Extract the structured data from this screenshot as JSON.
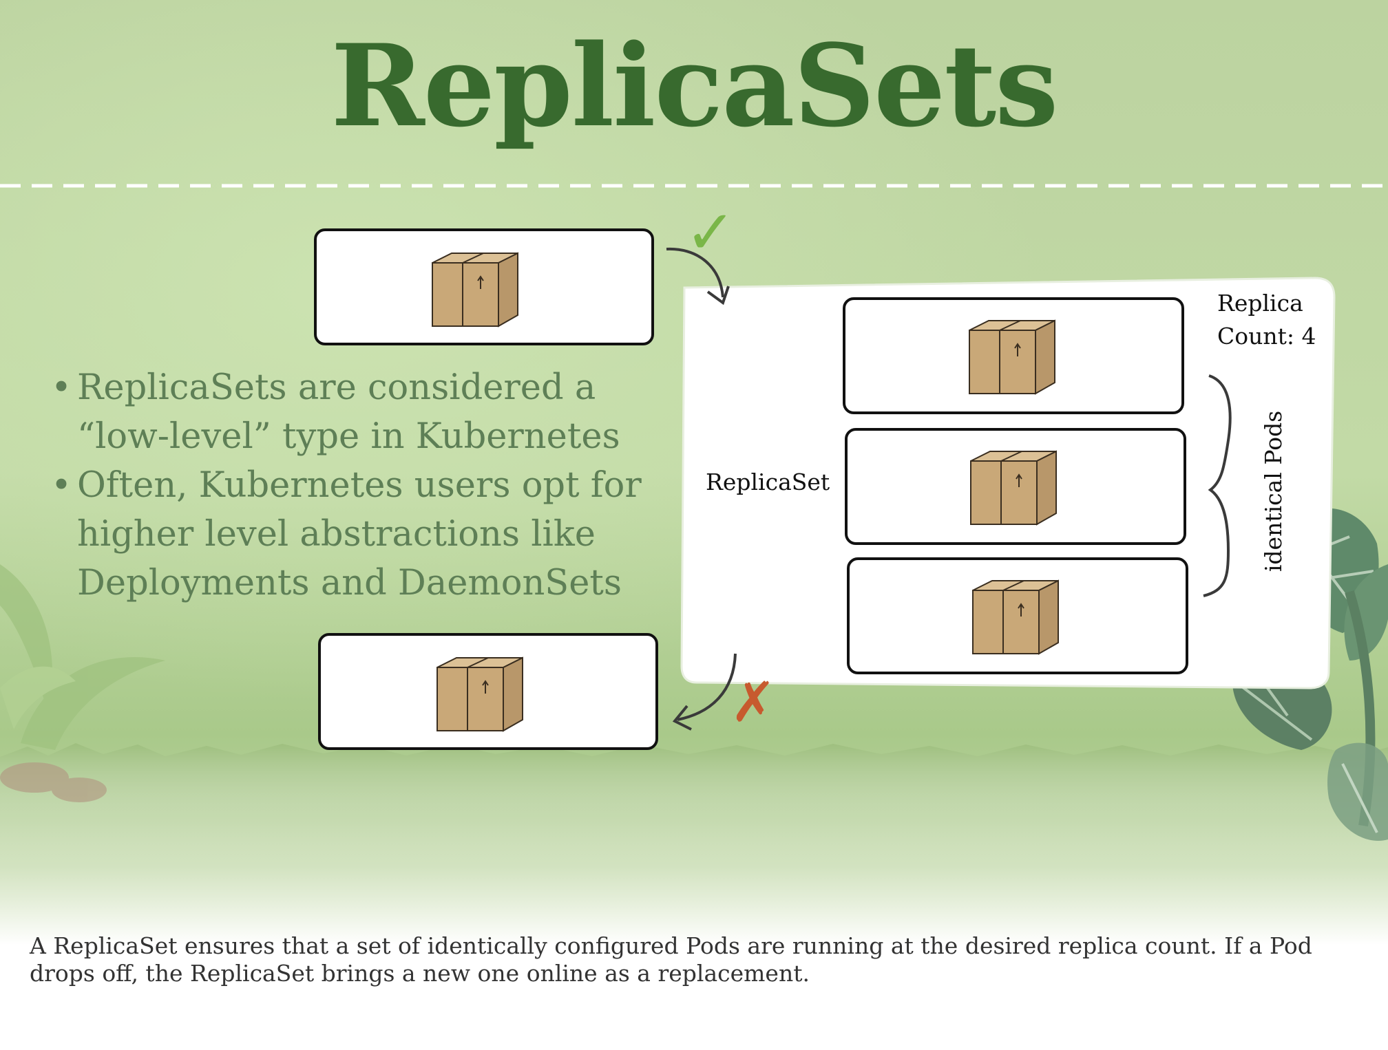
{
  "slide": {
    "title": "ReplicaSets",
    "bullets": [
      "ReplicaSets are considered a “low-level” type in Kubernetes",
      "Often, Kubernetes users opt for higher level abstractions like Deployments and DaemonSets"
    ],
    "caption": "A ReplicaSet ensures that a set of identically configured Pods are running at the desired replica count. If a Pod drops off, the ReplicaSet brings a new one online as a replacement."
  },
  "diagram": {
    "replicaset_label": "ReplicaSet",
    "replica_count_line1": "Replica",
    "replica_count_line2": "Count: 4",
    "identical_pods_label": "identical Pods",
    "check_mark": "✓",
    "cross_mark": "✗"
  },
  "colors": {
    "title": "#386a2e",
    "bullet_text": "#5e7f56",
    "check": "#7ab648",
    "cross": "#c75a2e",
    "box_tan": "#c9a878",
    "background_green": "#b9d29d"
  }
}
